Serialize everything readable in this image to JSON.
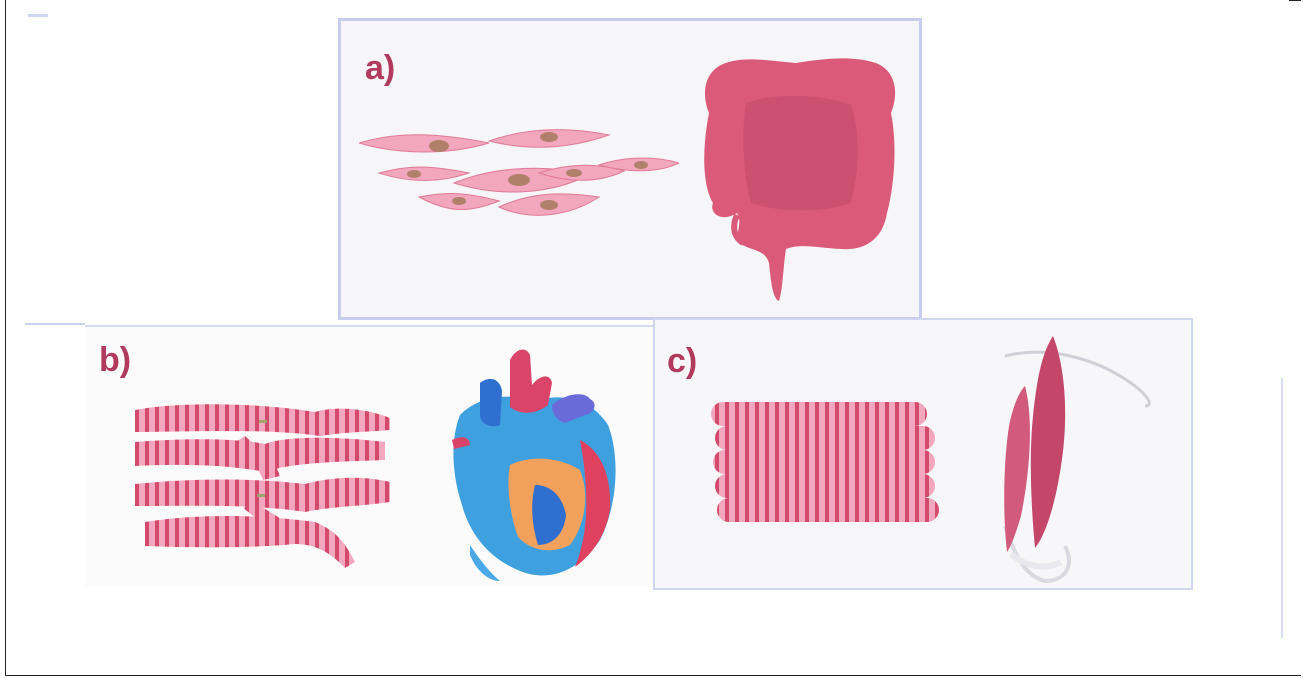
{
  "figure": {
    "panels": [
      {
        "label": "a)",
        "cell_icon": "smooth-muscle-cells",
        "organ_icon": "intestine"
      },
      {
        "label": "b)",
        "cell_icon": "cardiac-muscle-cells",
        "organ_icon": "heart"
      },
      {
        "label": "c)",
        "cell_icon": "skeletal-muscle-fibers",
        "organ_icon": "skeletal-muscle"
      }
    ]
  },
  "colors": {
    "label": "#b23a5e",
    "tissue_light": "#f3a7be",
    "tissue_dark": "#d44a6d",
    "organ": "#dc5a79",
    "nucleus": "#b0806a",
    "panel_border": "#c6cdee"
  }
}
